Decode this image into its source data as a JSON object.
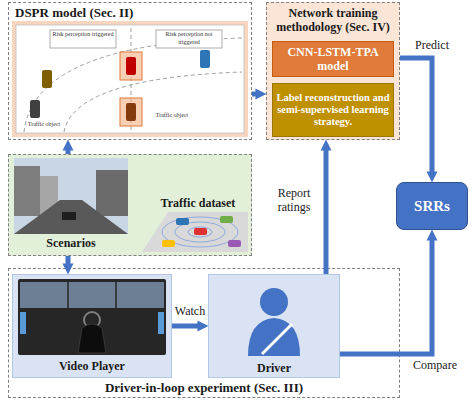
{
  "diagram": {
    "nodes": [
      {
        "text": [
          "DSPR model (Sec. II)"
        ]
      },
      {
        "text": [
          "Network training methodology (Sec. IV)"
        ]
      },
      {
        "text": [
          "CNN-LSTM-TPA model"
        ],
        "in": 1
      },
      {
        "text": [
          "Label reconstruction and semi-supervised learning strategy."
        ],
        "in": 1
      },
      {
        "text": [
          "Scenarios",
          "Traffic dataset"
        ]
      },
      {
        "text": [
          "Driver-in-loop experiment (Sec. III)"
        ]
      },
      {
        "text": [
          "Video Player"
        ],
        "in": 5
      },
      {
        "text": [
          "Driver"
        ],
        "in": 5
      },
      {
        "text": [
          "SRRs"
        ]
      }
    ],
    "edges": [
      {
        "from": 4,
        "to": 0,
        "arrow": "to"
      },
      {
        "from": 0,
        "to": 1,
        "arrow": "to"
      },
      {
        "from": 4,
        "to": 6,
        "arrow": "to"
      },
      {
        "from": 6,
        "to": 7,
        "label": "Watch",
        "arrow": "to"
      },
      {
        "from": 7,
        "to": 1,
        "label": "Report ratings",
        "arrow": "to"
      },
      {
        "from": 1,
        "to": 8,
        "label": "Predict",
        "arrow": "to"
      },
      {
        "from": 7,
        "to": 8,
        "label": "Compare",
        "arrow": "to"
      }
    ],
    "labels": [
      "Risk perception triggered",
      "Risk perception not triggered",
      "Traffic object",
      "Traffic object"
    ]
  }
}
